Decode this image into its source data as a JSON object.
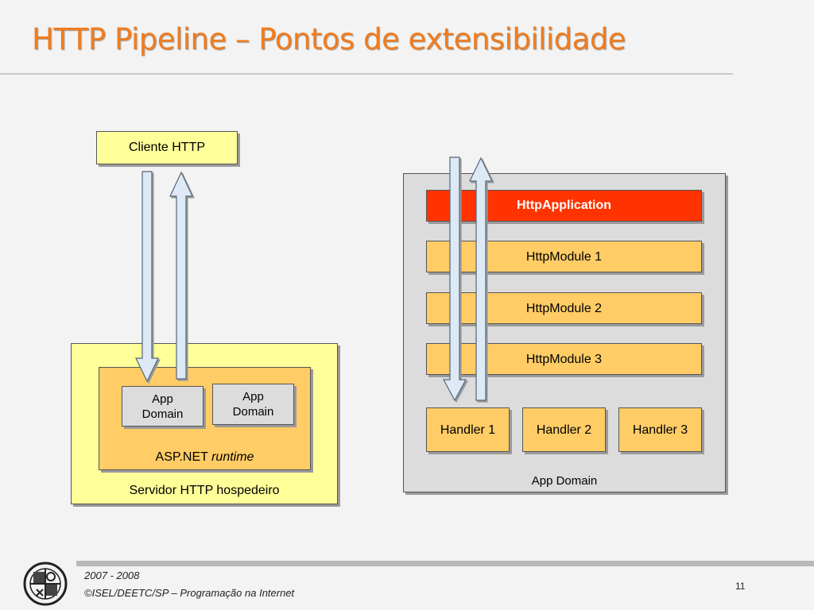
{
  "slide": {
    "title": "HTTP Pipeline – Pontos de extensibilidade",
    "page_number": "11"
  },
  "left": {
    "client": "Cliente HTTP",
    "server": "Servidor HTTP hospedeiro",
    "runtime_prefix": "ASP.NET",
    "runtime_italic": "runtime",
    "app_domain_1_line1": "App",
    "app_domain_1_line2": "Domain",
    "app_domain_2_line1": "App",
    "app_domain_2_line2": "Domain"
  },
  "right": {
    "application": "HttpApplication",
    "modules": [
      "HttpModule 1",
      "HttpModule 2",
      "HttpModule 3"
    ],
    "handlers": [
      "Handler 1",
      "Handler 2",
      "Handler 3"
    ],
    "container": "App Domain"
  },
  "footer": {
    "years": "2007 - 2008",
    "credit": "©ISEL/DEETC/SP – Programação na Internet"
  },
  "colors": {
    "title": "#f07c1e",
    "light_yellow": "#ffff99",
    "orange_box": "#ffcc66",
    "app_red": "#ff3300",
    "gray_box": "#dcdcdc",
    "arrow_fill": "#dde9f5"
  }
}
